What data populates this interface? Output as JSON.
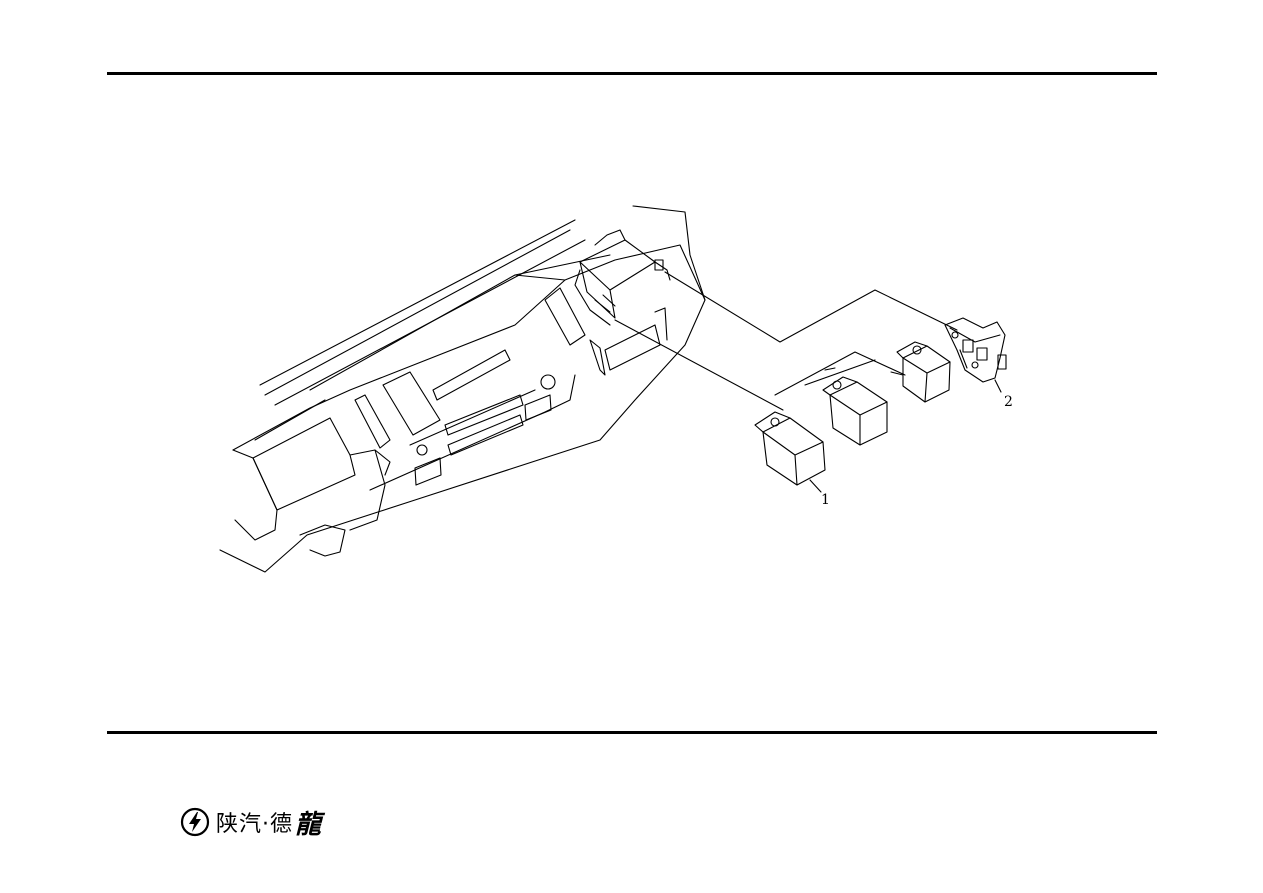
{
  "figure": {
    "callouts": [
      {
        "id": "1",
        "label": "1"
      },
      {
        "id": "2",
        "label": "2"
      }
    ]
  },
  "footer": {
    "brand_name": "陕汽·德",
    "brand_script": "龍",
    "logo_icon": "shaanxi-lightning-logo-icon"
  }
}
